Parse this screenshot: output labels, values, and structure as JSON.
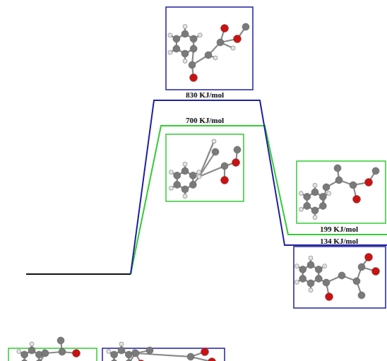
{
  "diagram": {
    "labels": [
      "830 KJ/mol",
      "700 KJ/mol",
      "199 KJ/mol",
      "134 KJ/mol"
    ]
  }
}
